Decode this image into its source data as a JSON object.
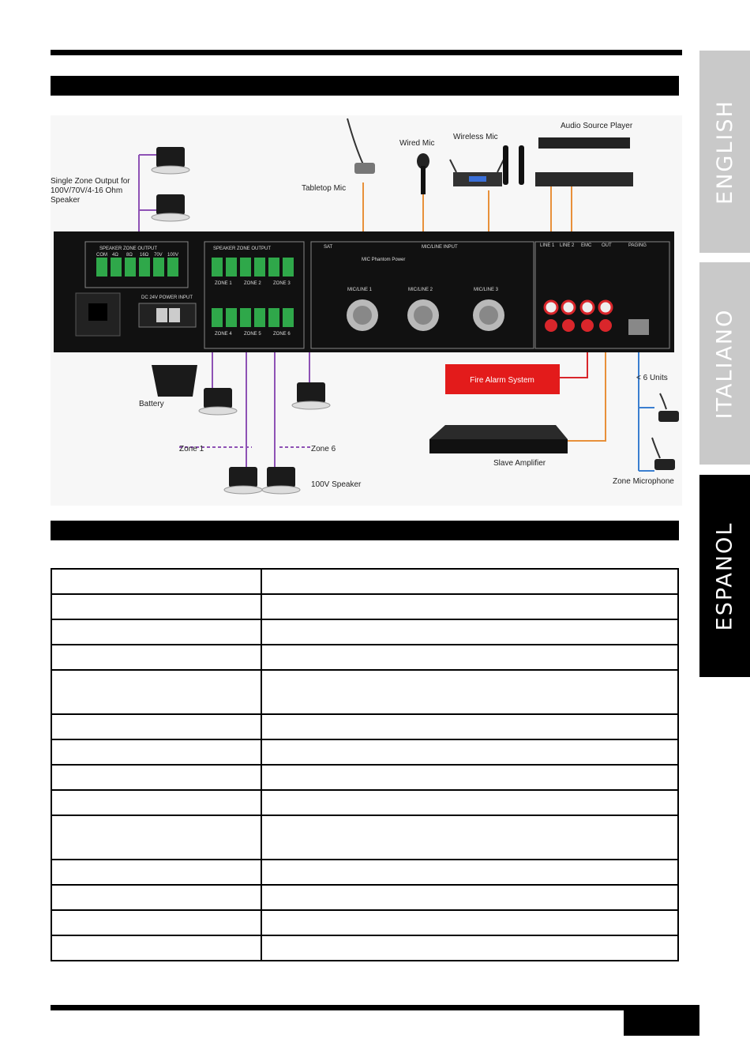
{
  "tabs": [
    {
      "label": "ENGLISH",
      "active": false
    },
    {
      "label": "ITALIANO",
      "active": false
    },
    {
      "label": "ESPANOL",
      "active": true
    }
  ],
  "diagram": {
    "speaker_label_lines": [
      "Single Zone Output for",
      "100V/70V/4-16 Ohm",
      "Speaker"
    ],
    "tabletop_mic": "Tabletop Mic",
    "wired_mic": "Wired Mic",
    "wireless_mic": "Wireless Mic",
    "audio_source_player": "Audio Source Player",
    "battery": "Battery",
    "zone_1": "Zone 1",
    "zone_6": "Zone 6",
    "speaker_100v": "100V Speaker",
    "fire_alarm": "Fire Alarm System",
    "slave_amplifier": "Slave Amplifier",
    "units": "< 6 Units",
    "zone_microphone": "Zone Microphone",
    "panel": {
      "speaker_zone_output_left": "SPEAKER ZONE OUTPUT",
      "impedance_labels": [
        "COM",
        "4Ω",
        "8Ω",
        "16Ω",
        "70V",
        "100V"
      ],
      "speaker_zone_output_right": "SPEAKER ZONE OUTPUT",
      "zone_labels_top": [
        "ZONE 1",
        "ZONE 2",
        "ZONE 3"
      ],
      "zone_labels_bottom": [
        "ZONE 4",
        "ZONE 5",
        "ZONE 6"
      ],
      "dc_power_input": "DC 24V POWER INPUT",
      "sat": "SAT",
      "mic_line_input": "MIC/LINE INPUT",
      "phantom_note": "MIC Phantom Power",
      "mic_inputs": [
        "MIC/LINE 1",
        "MIC/LINE 2",
        "MIC/LINE 3"
      ],
      "line_labels": [
        "LINE 1",
        "LINE 2",
        "EMC",
        "OUT",
        "PAGING"
      ]
    }
  },
  "spec_table": {
    "rows": [
      {
        "label": "",
        "value": "",
        "tall": false
      },
      {
        "label": "",
        "value": "",
        "tall": false
      },
      {
        "label": "",
        "value": "",
        "tall": false
      },
      {
        "label": "",
        "value": "",
        "tall": false
      },
      {
        "label": "",
        "value": "",
        "tall": true
      },
      {
        "label": "",
        "value": "",
        "tall": false
      },
      {
        "label": "",
        "value": "",
        "tall": false
      },
      {
        "label": "",
        "value": "",
        "tall": false
      },
      {
        "label": "",
        "value": "",
        "tall": false
      },
      {
        "label": "",
        "value": "",
        "tall": true
      },
      {
        "label": "",
        "value": "",
        "tall": false
      },
      {
        "label": "",
        "value": "",
        "tall": false
      },
      {
        "label": "",
        "value": "",
        "tall": false
      },
      {
        "label": "",
        "value": "",
        "tall": false
      }
    ]
  },
  "page_number": "",
  "colors": {
    "purple_wire": "#8e52b5",
    "orange_wire": "#e8903a",
    "red_wire": "#d9262b",
    "blue_wire": "#3b7fd0",
    "fire_alarm_bg": "#e31b1b"
  }
}
